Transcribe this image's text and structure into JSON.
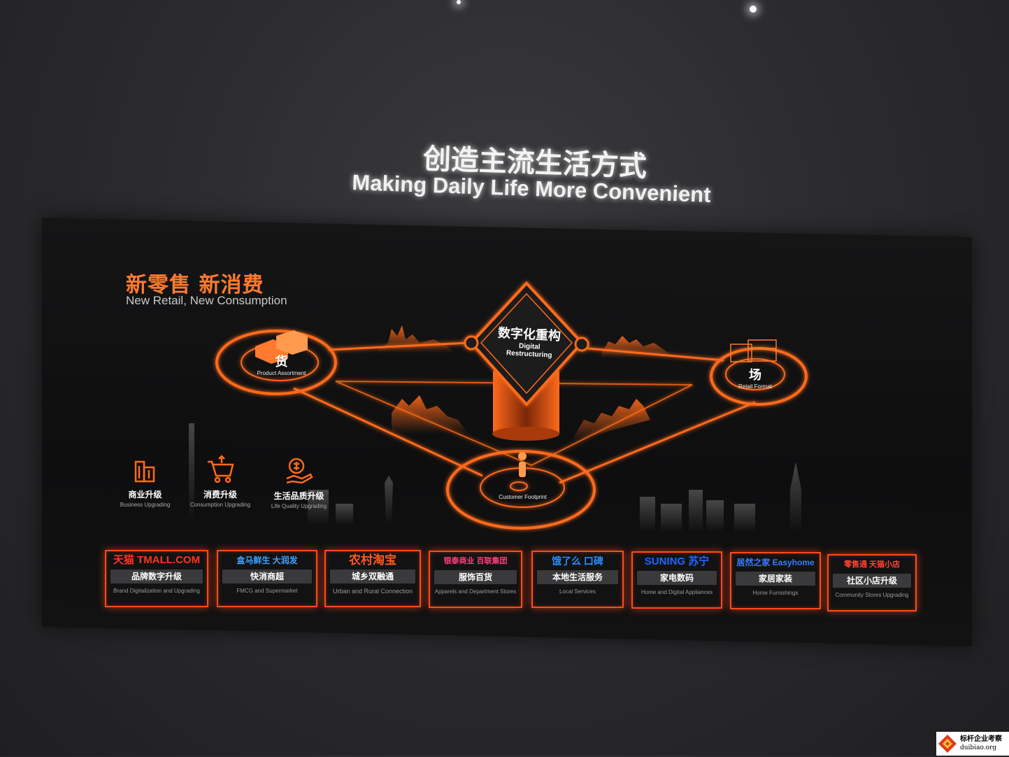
{
  "title": {
    "zh": "创造主流生活方式",
    "en": "Making Daily Life More Convenient"
  },
  "heading": {
    "zh": "新零售 新消费",
    "en": "New Retail, New Consumption"
  },
  "diagram": {
    "center": {
      "zh": "数字化重构",
      "en": "Digital Restructuring"
    },
    "left_node": {
      "zh": "货",
      "en": "Product Assortment"
    },
    "right_node": {
      "zh": "场",
      "en": "Retail Format"
    },
    "bottom_node": {
      "en": "Customer Footprint"
    }
  },
  "upgrades": [
    {
      "zh": "商业升级",
      "en": "Business Upgrading",
      "icon": "building-icon"
    },
    {
      "zh": "消费升级",
      "en": "Consumption Upgrading",
      "icon": "shopping-cart-icon"
    },
    {
      "zh": "生活品质升级",
      "en": "Life Quality Upgrading",
      "icon": "hand-coin-icon"
    }
  ],
  "cards": [
    {
      "brand": "天猫 TMALL.COM",
      "zh": "品牌数字升级",
      "en": "Brand Digitalization and Upgrading"
    },
    {
      "brand": "盒马鲜生 大润发",
      "zh": "快消商超",
      "en": "FMCG and Supermarket"
    },
    {
      "brand": "农村淘宝",
      "zh": "城乡双融通",
      "en": "Urban and Rural Connection"
    },
    {
      "brand": "银泰商业 百联集团",
      "zh": "服饰百货",
      "en": "Apparels and Department Stores"
    },
    {
      "brand": "饿了么 口碑",
      "zh": "本地生活服务",
      "en": "Local Services"
    },
    {
      "brand": "SUNING 苏宁",
      "zh": "家电数码",
      "en": "Home and Digital Appliances"
    },
    {
      "brand": "居然之家 Easyhome",
      "zh": "家居家装",
      "en": "Home Furnishings"
    },
    {
      "brand": "零售通 天猫小店",
      "zh": "社区小店升级",
      "en": "Community Stores Upgrading"
    }
  ],
  "watermark": {
    "zh": "标杆企业考察",
    "en": "duibiao.org"
  },
  "colors": {
    "accent": "#ff7a2e",
    "neon": "#ff4a1c"
  }
}
